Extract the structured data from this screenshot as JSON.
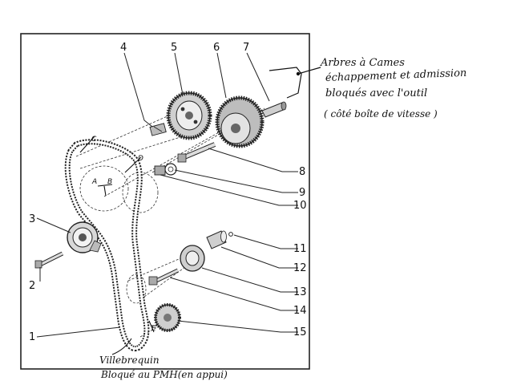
{
  "callouts": [
    "1",
    "2",
    "3",
    "4",
    "5",
    "6",
    "7",
    "8",
    "9",
    "10",
    "11",
    "12",
    "13",
    "14",
    "15"
  ],
  "sketch_letters": {
    "c": "C",
    "d": "D",
    "a": "A",
    "b": "B",
    "e": "E"
  },
  "annotation_camshaft": {
    "line1": "Arbres à Cames",
    "line2": "échappement et admission",
    "line3": "bloqués avec l'outil",
    "line4": "( côté boîte de vitesse )"
  },
  "annotation_crankshaft": {
    "line1": "Villebrequin",
    "line2": "Bloqué au PMH(en appui)"
  }
}
